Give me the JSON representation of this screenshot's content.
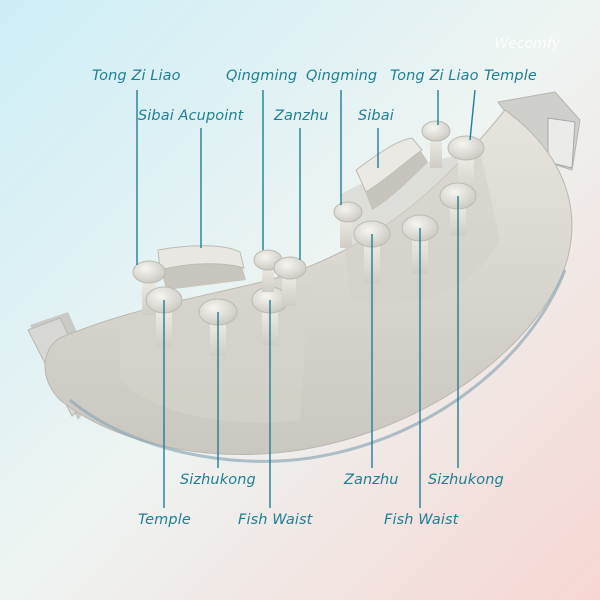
{
  "brand": "Wecomfy",
  "colors": {
    "background_top": "#cfeef6",
    "background_bottom": "#f7d9d3",
    "device_body": "#dcdad3",
    "label_text": "#1f7f94",
    "leader_line": "#1f7f94"
  },
  "labels": {
    "tong_zi_liao_left": "Tong Zi Liao",
    "qingming_left": "Qingming",
    "qingming_right": "Qingming",
    "tong_zi_liao_right": "Tong Zi Liao",
    "temple_top": "Temple",
    "sibai_acupoint": "Sibai Acupoint",
    "zanzhu_top": "Zanzhu",
    "sibai": "Sibai",
    "sizhukong_left": "Sizhukong",
    "zanzhu_bottom": "Zanzhu",
    "sizhukong_right": "Sizhukong",
    "temple_bottom": "Temple",
    "fish_waist_left": "Fish Waist",
    "fish_waist_right": "Fish Waist"
  }
}
